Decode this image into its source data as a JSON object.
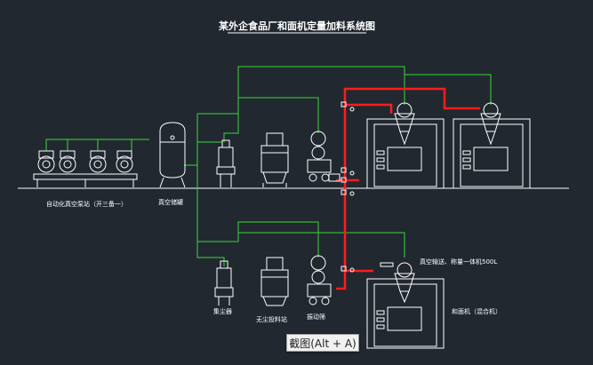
{
  "title": "某外企食品厂和面机定量加料系统图",
  "labels": {
    "vacuum_pump": "自动化真空泵站（开三备一）",
    "vacuum_tank": "真空储罐",
    "dust_collector": "集尘器",
    "dust_free_station": "无尘投料站",
    "vibrating_screen": "振动筛",
    "loader_weigher": "真空输送、称量一体机500L",
    "dough_mixer": "和面机（混合机）"
  },
  "tooltip": "截图(Alt + A)",
  "colors": {
    "background": "#212830",
    "white_lines": "#ffffff",
    "air_lines": "#39d739",
    "material_lines": "#ff1c1c"
  }
}
